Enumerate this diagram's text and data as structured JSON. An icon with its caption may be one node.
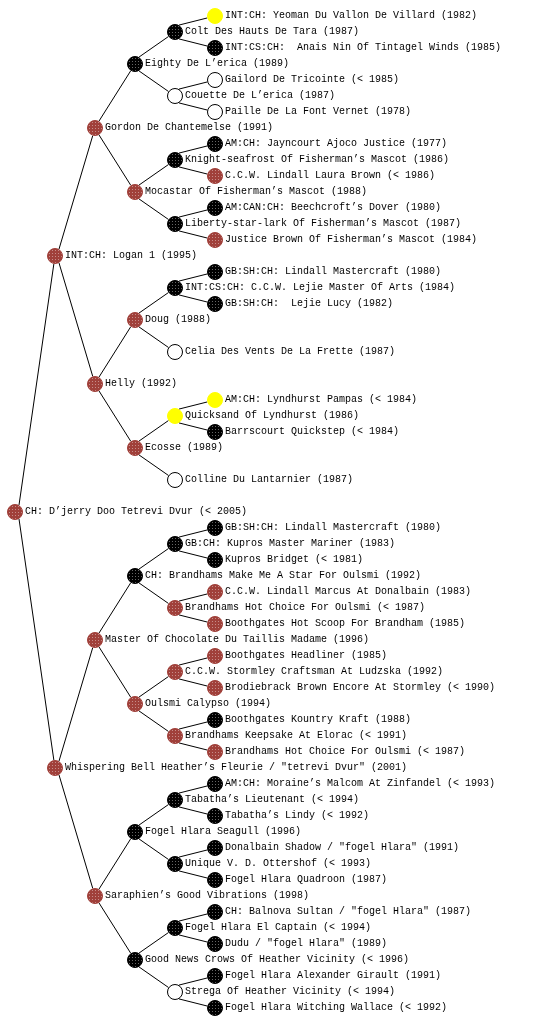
{
  "diagram": {
    "nodes": [
      {
        "text": [],
        "shape": "circle",
        "beside": [
          "INT:CH: Yeoman Du Vallon De Villard (1982)"
        ]
      },
      {
        "text": [],
        "shape": "circle",
        "beside": [
          "Colt Des Hauts De Tara (1987)"
        ]
      },
      {
        "text": [],
        "shape": "circle",
        "beside": [
          "INT:CS:CH:  Anais Nin Of Tintagel Winds (1985)"
        ]
      },
      {
        "text": [],
        "shape": "circle",
        "beside": [
          "Eighty De L’erica (1989)"
        ]
      },
      {
        "text": [],
        "shape": "circle",
        "beside": [
          "Gailord De Tricointe (< 1985)"
        ]
      },
      {
        "text": [],
        "shape": "circle",
        "beside": [
          "Couette De L’erica (1987)"
        ]
      },
      {
        "text": [],
        "shape": "circle",
        "beside": [
          "Paille De La Font Vernet (1978)"
        ]
      },
      {
        "text": [],
        "shape": "circle",
        "beside": [
          "Gordon De Chantemelse (1991)"
        ]
      },
      {
        "text": [],
        "shape": "circle",
        "beside": [
          "AM:CH: Jayncourt Ajoco Justice (1977)"
        ]
      },
      {
        "text": [],
        "shape": "circle",
        "beside": [
          "Knight-seafrost Of Fisherman’s Mascot (1986)"
        ]
      },
      {
        "text": [],
        "shape": "circle",
        "beside": [
          "C.C.W. Lindall Laura Brown (< 1986)"
        ]
      },
      {
        "text": [],
        "shape": "circle",
        "beside": [
          "Mocastar Of Fisherman’s Mascot (1988)"
        ]
      },
      {
        "text": [],
        "shape": "circle",
        "beside": [
          "AM:CAN:CH: Beechcroft’s Dover (1980)"
        ]
      },
      {
        "text": [],
        "shape": "circle",
        "beside": [
          "Liberty-star-lark Of Fisherman’s Mascot (1987)"
        ]
      },
      {
        "text": [],
        "shape": "circle",
        "beside": [
          "Justice Brown Of Fisherman’s Mascot (1984)"
        ]
      },
      {
        "text": [],
        "shape": "circle",
        "beside": [
          "INT:CH: Logan 1 (1995)"
        ]
      },
      {
        "text": [],
        "shape": "circle",
        "beside": [
          "GB:SH:CH: Lindall Mastercraft (1980)"
        ]
      },
      {
        "text": [],
        "shape": "circle",
        "beside": [
          "INT:CS:CH: C.C.W. Lejie Master Of Arts (1984)"
        ]
      },
      {
        "text": [],
        "shape": "circle",
        "beside": [
          "GB:SH:CH:  Lejie Lucy (1982)"
        ]
      },
      {
        "text": [],
        "shape": "circle",
        "beside": [
          "Doug (1988)"
        ]
      },
      {
        "text": [],
        "shape": "circle",
        "beside": [
          "Celia Des Vents De La Frette (1987)"
        ]
      },
      {
        "text": [],
        "shape": "circle",
        "beside": [
          "Helly (1992)"
        ]
      },
      {
        "text": [],
        "shape": "circle",
        "beside": [
          "AM:CH: Lyndhurst Pampas (< 1984)"
        ]
      },
      {
        "text": [],
        "shape": "circle",
        "beside": [
          "Quicksand Of Lyndhurst (1986)"
        ]
      },
      {
        "text": [],
        "shape": "circle",
        "beside": [
          "Barrscourt Quickstep (< 1984)"
        ]
      },
      {
        "text": [],
        "shape": "circle",
        "beside": [
          "Ecosse (1989)"
        ]
      },
      {
        "text": [],
        "shape": "circle",
        "beside": [
          "Colline Du Lantarnier (1987)"
        ]
      },
      {
        "text": [],
        "shape": "circle",
        "beside": [
          "CH: D’jerry Doo Tetrevi Dvur (< 2005)"
        ]
      },
      {
        "text": [],
        "shape": "circle",
        "beside": [
          "GB:SH:CH: Lindall Mastercraft (1980)"
        ]
      },
      {
        "text": [],
        "shape": "circle",
        "beside": [
          "GB:CH: Kupros Master Mariner (1983)"
        ]
      },
      {
        "text": [],
        "shape": "circle",
        "beside": [
          "Kupros Bridget (< 1981)"
        ]
      },
      {
        "text": [],
        "shape": "circle",
        "beside": [
          "CH: Brandhams Make Me A Star For Oulsmi (1992)"
        ]
      },
      {
        "text": [],
        "shape": "circle",
        "beside": [
          "C.C.W. Lindall Marcus At Donalbain (1983)"
        ]
      },
      {
        "text": [],
        "shape": "circle",
        "beside": [
          "Brandhams Hot Choice For Oulsmi (< 1987)"
        ]
      },
      {
        "text": [],
        "shape": "circle",
        "beside": [
          "Boothgates Hot Scoop For Brandham (1985)"
        ]
      },
      {
        "text": [],
        "shape": "circle",
        "beside": [
          "Master Of Chocolate Du Taillis Madame (1996)"
        ]
      },
      {
        "text": [],
        "shape": "circle",
        "beside": [
          "Boothgates Headliner (1985)"
        ]
      },
      {
        "text": [],
        "shape": "circle",
        "beside": [
          "C.C.W. Stormley Craftsman At Ludzska (1992)"
        ]
      },
      {
        "text": [],
        "shape": "circle",
        "beside": [
          "Brodiebrack Brown Encore At Stormley (< 1990)"
        ]
      },
      {
        "text": [],
        "shape": "circle",
        "beside": [
          "Oulsmi Calypso (1994)"
        ]
      },
      {
        "text": [],
        "shape": "circle",
        "beside": [
          "Boothgates Kountry Kraft (1988)"
        ]
      },
      {
        "text": [],
        "shape": "circle",
        "beside": [
          "Brandhams Keepsake At Elorac (< 1991)"
        ]
      },
      {
        "text": [],
        "shape": "circle",
        "beside": [
          "Brandhams Hot Choice For Oulsmi (< 1987)"
        ]
      },
      {
        "text": [],
        "shape": "circle",
        "beside": [
          "Whispering Bell Heather’s Fleurie / \"tetrevi Dvur\" (2001)"
        ]
      },
      {
        "text": [],
        "shape": "circle",
        "beside": [
          "AM:CH: Moraine’s Malcom At Zinfandel (< 1993)"
        ]
      },
      {
        "text": [],
        "shape": "circle",
        "beside": [
          "Tabatha’s Lieutenant (< 1994)"
        ]
      },
      {
        "text": [],
        "shape": "circle",
        "beside": [
          "Tabatha’s Lindy (< 1992)"
        ]
      },
      {
        "text": [],
        "shape": "circle",
        "beside": [
          "Fogel Hlara Seagull (1996)"
        ]
      },
      {
        "text": [],
        "shape": "circle",
        "beside": [
          "Donalbain Shadow / \"fogel Hlara\" (1991)"
        ]
      },
      {
        "text": [],
        "shape": "circle",
        "beside": [
          "Unique V. D. Ottershof (< 1993)"
        ]
      },
      {
        "text": [],
        "shape": "circle",
        "beside": [
          "Fogel Hlara Quadroon (1987)"
        ]
      },
      {
        "text": [],
        "shape": "circle",
        "beside": [
          "Saraphien’s Good Vibrations (1998)"
        ]
      },
      {
        "text": [],
        "shape": "circle",
        "beside": [
          "CH: Balnova Sultan / \"fogel Hlara\" (1987)"
        ]
      },
      {
        "text": [],
        "shape": "circle",
        "beside": [
          "Fogel Hlara El Captain (< 1994)"
        ]
      },
      {
        "text": [],
        "shape": "circle",
        "beside": [
          "Dudu / \"fogel Hlara\" (1989)"
        ]
      },
      {
        "text": [],
        "shape": "circle",
        "beside": [
          "Good News Crows Of Heather Vicinity (< 1996)"
        ]
      },
      {
        "text": [],
        "shape": "circle",
        "beside": [
          "Fogel Hlara Alexander Girault (1991)"
        ]
      },
      {
        "text": [],
        "shape": "circle",
        "beside": [
          "Strega Of Heather Vicinity (< 1994)"
        ]
      },
      {
        "text": [],
        "shape": "circle",
        "beside": [
          "Fogel Hlara Witching Wallace (< 1992)"
        ]
      }
    ],
    "edges": [
      {
        "from": 27,
        "to": 15,
        "arrow": "none"
      },
      {
        "from": 27,
        "to": 43,
        "arrow": "none"
      },
      {
        "from": 15,
        "to": 7,
        "arrow": "none"
      },
      {
        "from": 15,
        "to": 21,
        "arrow": "none"
      },
      {
        "from": 7,
        "to": 3,
        "arrow": "none"
      },
      {
        "from": 7,
        "to": 11,
        "arrow": "none"
      },
      {
        "from": 3,
        "to": 1,
        "arrow": "none"
      },
      {
        "from": 3,
        "to": 5,
        "arrow": "none"
      },
      {
        "from": 1,
        "to": 0,
        "arrow": "none"
      },
      {
        "from": 1,
        "to": 2,
        "arrow": "none"
      },
      {
        "from": 5,
        "to": 4,
        "arrow": "none"
      },
      {
        "from": 5,
        "to": 6,
        "arrow": "none"
      },
      {
        "from": 11,
        "to": 9,
        "arrow": "none"
      },
      {
        "from": 11,
        "to": 13,
        "arrow": "none"
      },
      {
        "from": 9,
        "to": 8,
        "arrow": "none"
      },
      {
        "from": 9,
        "to": 10,
        "arrow": "none"
      },
      {
        "from": 13,
        "to": 12,
        "arrow": "none"
      },
      {
        "from": 13,
        "to": 14,
        "arrow": "none"
      },
      {
        "from": 21,
        "to": 19,
        "arrow": "none"
      },
      {
        "from": 21,
        "to": 25,
        "arrow": "none"
      },
      {
        "from": 19,
        "to": 17,
        "arrow": "none"
      },
      {
        "from": 19,
        "to": 20,
        "arrow": "none"
      },
      {
        "from": 17,
        "to": 16,
        "arrow": "none"
      },
      {
        "from": 17,
        "to": 18,
        "arrow": "none"
      },
      {
        "from": 25,
        "to": 23,
        "arrow": "none"
      },
      {
        "from": 25,
        "to": 26,
        "arrow": "none"
      },
      {
        "from": 23,
        "to": 22,
        "arrow": "none"
      },
      {
        "from": 23,
        "to": 24,
        "arrow": "none"
      },
      {
        "from": 43,
        "to": 35,
        "arrow": "none"
      },
      {
        "from": 43,
        "to": 51,
        "arrow": "none"
      },
      {
        "from": 35,
        "to": 31,
        "arrow": "none"
      },
      {
        "from": 35,
        "to": 39,
        "arrow": "none"
      },
      {
        "from": 31,
        "to": 29,
        "arrow": "none"
      },
      {
        "from": 31,
        "to": 33,
        "arrow": "none"
      },
      {
        "from": 29,
        "to": 28,
        "arrow": "none"
      },
      {
        "from": 29,
        "to": 30,
        "arrow": "none"
      },
      {
        "from": 33,
        "to": 32,
        "arrow": "none"
      },
      {
        "from": 33,
        "to": 34,
        "arrow": "none"
      },
      {
        "from": 39,
        "to": 37,
        "arrow": "none"
      },
      {
        "from": 39,
        "to": 41,
        "arrow": "none"
      },
      {
        "from": 37,
        "to": 36,
        "arrow": "none"
      },
      {
        "from": 37,
        "to": 38,
        "arrow": "none"
      },
      {
        "from": 41,
        "to": 40,
        "arrow": "none"
      },
      {
        "from": 41,
        "to": 42,
        "arrow": "none"
      },
      {
        "from": 51,
        "to": 47,
        "arrow": "none"
      },
      {
        "from": 51,
        "to": 55,
        "arrow": "none"
      },
      {
        "from": 47,
        "to": 45,
        "arrow": "none"
      },
      {
        "from": 47,
        "to": 49,
        "arrow": "none"
      },
      {
        "from": 45,
        "to": 44,
        "arrow": "none"
      },
      {
        "from": 45,
        "to": 46,
        "arrow": "none"
      },
      {
        "from": 49,
        "to": 48,
        "arrow": "none"
      },
      {
        "from": 49,
        "to": 50,
        "arrow": "none"
      },
      {
        "from": 55,
        "to": 53,
        "arrow": "none"
      },
      {
        "from": 55,
        "to": 57,
        "arrow": "none"
      },
      {
        "from": 53,
        "to": 52,
        "arrow": "none"
      },
      {
        "from": 53,
        "to": 54,
        "arrow": "none"
      },
      {
        "from": 57,
        "to": 56,
        "arrow": "none"
      },
      {
        "from": 57,
        "to": 58,
        "arrow": "none"
      }
    ]
  }
}
